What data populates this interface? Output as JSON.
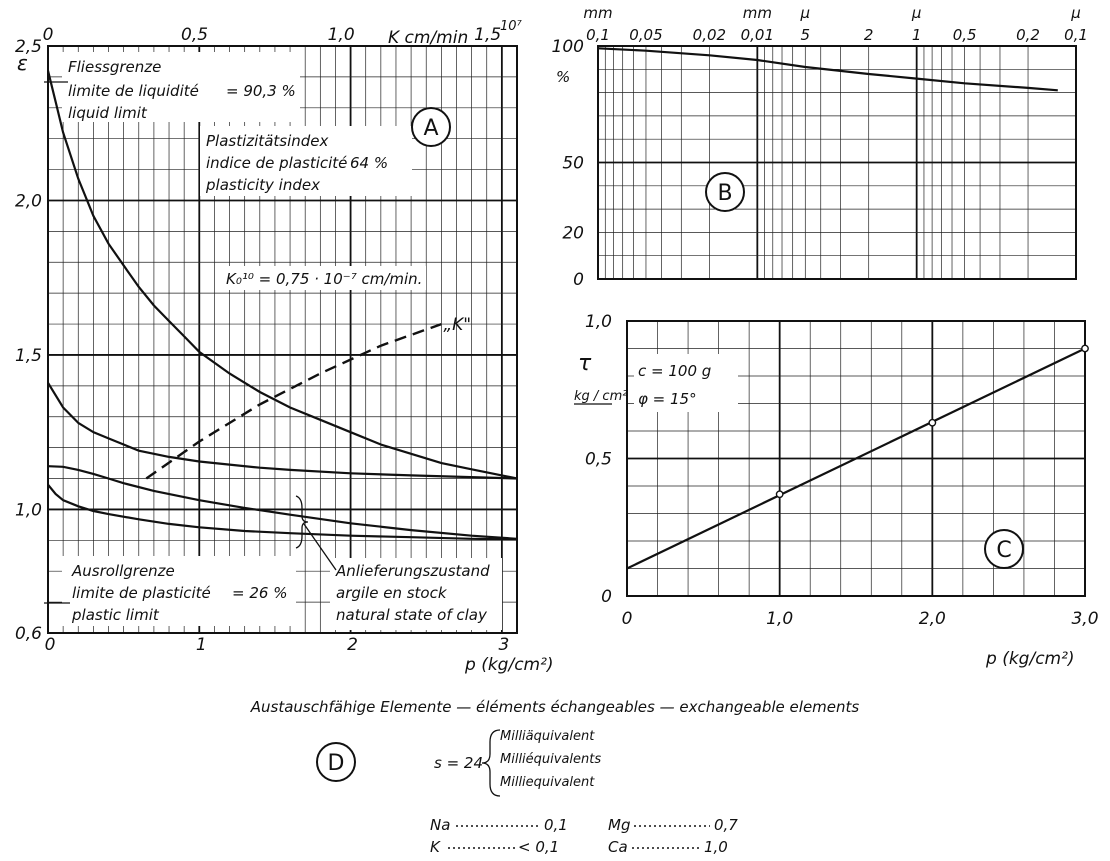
{
  "chart_data": [
    {
      "id": "A",
      "type": "line",
      "label_circle": "A",
      "x_axis": {
        "label": "p (kg/cm²)",
        "range": [
          0,
          3.1
        ],
        "ticks": [
          0,
          1,
          2,
          3
        ]
      },
      "top_axis": {
        "label": "K cm/min",
        "range": [
          0,
          1.6
        ],
        "ticks": [
          0,
          0.5,
          1.0,
          1.5
        ],
        "tick_labels": [
          "0",
          "0,5",
          "1,0",
          "1,5"
        ],
        "exponent": "10⁷"
      },
      "y_axis": {
        "symbol": "ε",
        "range": [
          0.6,
          2.5
        ],
        "ticks": [
          0.6,
          1.0,
          1.5,
          2.0,
          2.5
        ],
        "tick_labels": [
          "0,6",
          "1,0",
          "1,5",
          "2,0",
          "2,5"
        ]
      },
      "grid": true,
      "series": [
        {
          "x": [
            0,
            0.05,
            0.1,
            0.2,
            0.3,
            0.4,
            0.5,
            0.6,
            0.7,
            0.8,
            0.9,
            1.0,
            1.2,
            1.4,
            1.6,
            1.8,
            2.0,
            2.2,
            2.4,
            2.6,
            2.8,
            3.0,
            3.1
          ],
          "y": [
            2.42,
            2.32,
            2.22,
            2.07,
            1.95,
            1.86,
            1.79,
            1.72,
            1.66,
            1.61,
            1.56,
            1.51,
            1.44,
            1.38,
            1.33,
            1.29,
            1.25,
            1.21,
            1.18,
            1.15,
            1.13,
            1.11,
            1.1
          ]
        },
        {
          "x": [
            0,
            0.1,
            0.2,
            0.3,
            0.4,
            0.5,
            0.6,
            0.7,
            0.8,
            1.0,
            1.2,
            1.4,
            1.6,
            2.0,
            2.4,
            3.1
          ],
          "y": [
            1.41,
            1.33,
            1.28,
            1.25,
            1.23,
            1.21,
            1.19,
            1.18,
            1.17,
            1.155,
            1.145,
            1.135,
            1.128,
            1.117,
            1.11,
            1.1
          ]
        },
        {
          "x": [
            0,
            0.1,
            0.2,
            0.3,
            0.4,
            0.5,
            0.7,
            1.0,
            1.3,
            1.6,
            2.0,
            2.4,
            2.8,
            3.1
          ],
          "y": [
            1.14,
            1.138,
            1.128,
            1.115,
            1.1,
            1.085,
            1.06,
            1.03,
            1.005,
            0.983,
            0.955,
            0.933,
            0.915,
            0.905
          ]
        },
        {
          "x": [
            0,
            0.05,
            0.1,
            0.2,
            0.3,
            0.4,
            0.6,
            0.8,
            1.0,
            1.3,
            1.6,
            2.0,
            2.4,
            2.8,
            3.1
          ],
          "y": [
            1.08,
            1.05,
            1.03,
            1.01,
            0.995,
            0.985,
            0.968,
            0.953,
            0.942,
            0.93,
            0.923,
            0.915,
            0.91,
            0.905,
            0.903
          ]
        },
        {
          "name": "„K\"",
          "dashed": true,
          "x": [
            0.65,
            1.0,
            1.4,
            1.8,
            2.2,
            2.6
          ],
          "y": [
            1.1,
            1.22,
            1.34,
            1.44,
            1.53,
            1.6
          ]
        }
      ],
      "annotations": {
        "liquid_limit": [
          "Fliessgrenze",
          "limite de liquidité",
          "liquid limit"
        ],
        "liquid_limit_value": "= 90,3 %",
        "plasticity_index": [
          "Plastizitätsindex",
          "indice de plasticité",
          "plasticity index"
        ],
        "plasticity_index_value": "64 %",
        "k_formula": "K₀¹⁰ = 0,75 · 10⁻⁷ cm/min.",
        "plastic_limit": [
          "Ausrollgrenze",
          "limite de plasticité",
          "plastic limit"
        ],
        "plastic_limit_value": "= 26 %",
        "natural_state": [
          "Anlieferungszustand",
          "argile en stock",
          "natural state of clay"
        ]
      }
    },
    {
      "id": "B",
      "type": "line",
      "label_circle": "B",
      "x_axis": {
        "scale": "log",
        "reversed": true,
        "range_mm": [
          0.1,
          0.0001
        ],
        "ticks_mm": [
          0.1,
          0.05,
          0.02,
          0.01,
          0.005,
          0.002,
          0.001,
          0.0005,
          0.0002,
          0.0001
        ],
        "tick_labels": [
          "0,1",
          "0,05",
          "0,02",
          "0,01",
          "5",
          "2",
          "1",
          "0,5",
          "0,2",
          "0,1"
        ],
        "unit_labels": [
          "mm",
          "mm",
          "μ",
          "μ",
          "μ"
        ]
      },
      "y_axis": {
        "range": [
          0,
          100
        ],
        "ticks": [
          0,
          20,
          50,
          100
        ],
        "tick_labels": [
          "0",
          "20",
          "50",
          "100"
        ],
        "unit": "%"
      },
      "grid": true,
      "series": [
        {
          "x": [
            0.1,
            0.05,
            0.02,
            0.01,
            0.005,
            0.002,
            0.001,
            0.0005,
            0.0002,
            0.00013
          ],
          "y": [
            99,
            98,
            96,
            94,
            91,
            88,
            86,
            84,
            82,
            81
          ]
        }
      ]
    },
    {
      "id": "C",
      "type": "line",
      "label_circle": "C",
      "x_axis": {
        "label": "p (kg/cm²)",
        "range": [
          0,
          3.0
        ],
        "ticks": [
          0,
          1.0,
          2.0,
          3.0
        ],
        "tick_labels": [
          "0",
          "1,0",
          "2,0",
          "3,0"
        ]
      },
      "y_axis": {
        "symbol": "τ",
        "unit": "kg / cm²",
        "range": [
          0,
          1.0
        ],
        "ticks": [
          0,
          0.5,
          1.0
        ],
        "tick_labels": [
          "0",
          "0,5",
          "1,0"
        ]
      },
      "grid": true,
      "series": [
        {
          "x": [
            0,
            3.0
          ],
          "y": [
            0.1,
            0.9
          ]
        },
        {
          "points": true,
          "x": [
            1.0,
            2.0,
            3.0
          ],
          "y": [
            0.37,
            0.63,
            0.9
          ]
        }
      ],
      "annotations": {
        "cohesion": "c = 100 g",
        "friction": "φ = 15°"
      }
    }
  ],
  "section_d": {
    "label_circle": "D",
    "heading": "Austauschfähige Elemente — éléments échangeables — exchangeable elements",
    "s_label": "s = 24",
    "units": [
      "Milliäquivalent",
      "Milliéquivalents",
      "Milliequivalent"
    ],
    "elements": [
      {
        "symbol": "Na",
        "value": "0,1"
      },
      {
        "symbol": "Mg",
        "value": "0,7"
      },
      {
        "symbol": "K",
        "value": "< 0,1"
      },
      {
        "symbol": "Ca",
        "value": "1,0"
      }
    ]
  }
}
